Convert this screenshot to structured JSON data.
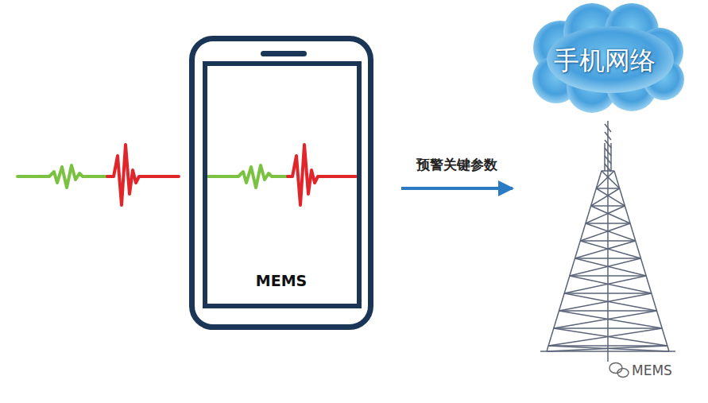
{
  "diagram": {
    "nodes": [
      {
        "text": [
          "MEMS"
        ]
      },
      {
        "text": [
          "手机网络"
        ]
      }
    ],
    "edges": [
      {
        "from": 0,
        "to": 1,
        "label": "预警关键参数",
        "arrow": "to"
      }
    ],
    "labels": [
      "MEMS"
    ]
  }
}
